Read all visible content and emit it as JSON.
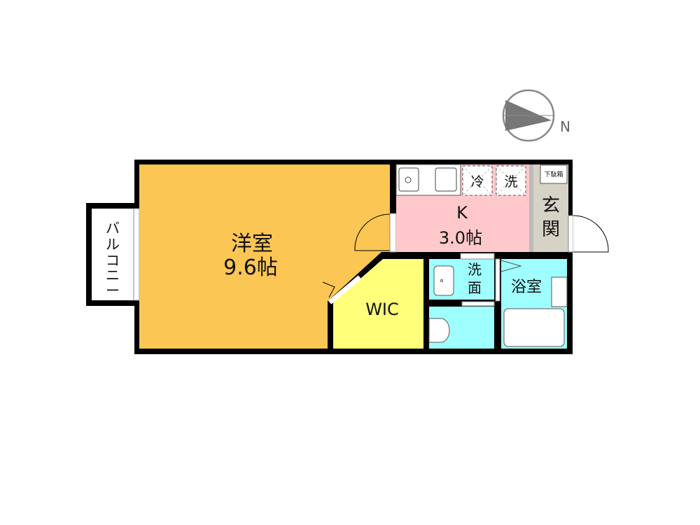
{
  "compass": {
    "label": "N"
  },
  "rooms": {
    "western": {
      "name": "洋室",
      "size": "9.6帖",
      "color": "#FCC654"
    },
    "kitchen": {
      "name": "K",
      "size": "3.0帖",
      "color": "#FFC8CA"
    },
    "entrance": {
      "name_top": "玄",
      "name_bottom": "関",
      "color": "#D6D2C6"
    },
    "wic": {
      "name": "WIC",
      "color": "#FFFF7A"
    },
    "washroom": {
      "name_top": "洗",
      "name_bottom": "面",
      "color": "#9FFFFF"
    },
    "bath": {
      "name": "浴室",
      "color": "#9FFFFF"
    },
    "balcony": {
      "name": [
        "バ",
        "ル",
        "コ",
        "ニ",
        "ー"
      ]
    }
  },
  "fixtures": {
    "fridge": "冷",
    "washer": "洗",
    "shoe_box": "下駄箱"
  }
}
